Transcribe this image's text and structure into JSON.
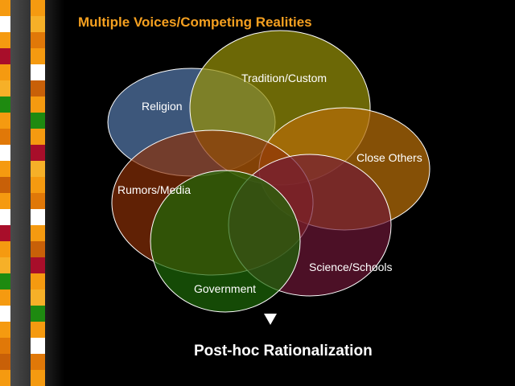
{
  "title": "Multiple Voices/Competing Realities",
  "conclusion": "Post-hoc Rationalization",
  "colors": {
    "background": "#000000",
    "title": "#f5a020",
    "text": "#ffffff"
  },
  "voices": [
    {
      "label": "Religion",
      "color": "#4a6a96"
    },
    {
      "label": "Tradition/Custom",
      "color": "#959008"
    },
    {
      "label": "Close Others",
      "color": "#b36c08"
    },
    {
      "label": "Rumors/Media",
      "color": "#8e3008"
    },
    {
      "label": "Science/Schools",
      "color": "#701838"
    },
    {
      "label": "Government",
      "color": "#1e6a08"
    }
  ]
}
